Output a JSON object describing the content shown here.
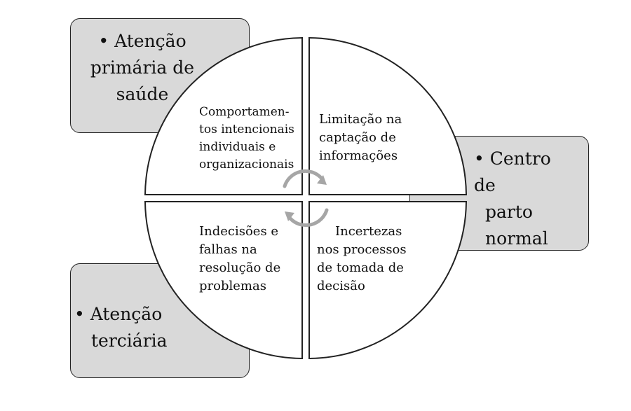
{
  "side_boxes": {
    "top_left": {
      "bullet": "•",
      "lines": [
        "Atenção",
        "primária de",
        "saúde"
      ]
    },
    "right": {
      "bullet": "•",
      "lines": [
        "Centro de",
        "parto",
        "normal"
      ]
    },
    "bottom_left": {
      "bullet": "•",
      "lines": [
        "Atenção",
        "terciária"
      ]
    }
  },
  "quadrants": {
    "top_left": [
      "Comportamen-",
      "tos intencionais",
      "individuais e",
      "organizacionais"
    ],
    "top_right": [
      "Limitação na",
      "captação de",
      "informações"
    ],
    "bottom_left": [
      "Indecisões e",
      "falhas na",
      "resolução de",
      "problemas"
    ],
    "bottom_right": [
      "Incertezas",
      "nos processos",
      "de tomada de",
      "decisão"
    ]
  },
  "colors": {
    "box_fill": "#d9d9d9",
    "stroke": "#222222",
    "arrow": "#a6a6a6"
  }
}
